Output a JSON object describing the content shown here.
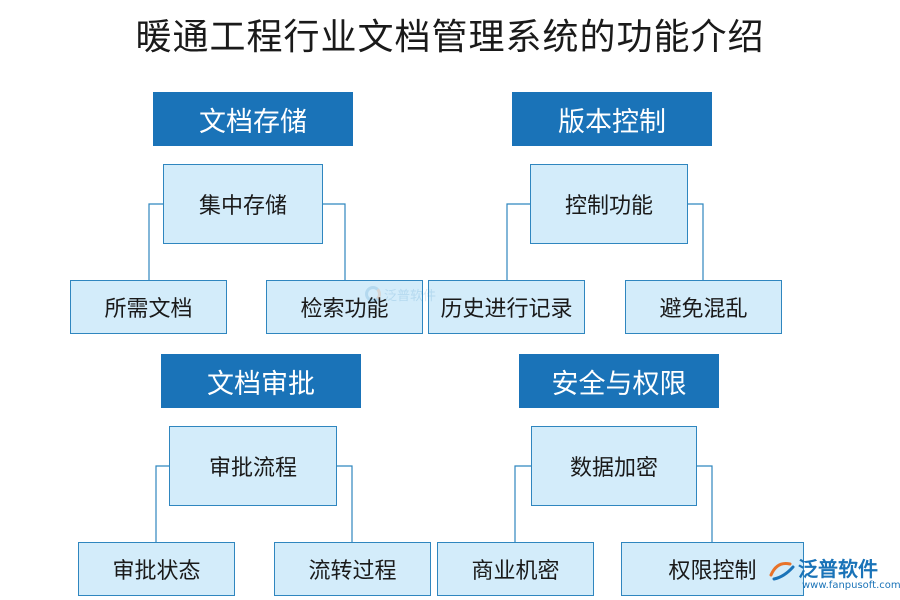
{
  "title": "暖通工程行业文档管理系统的功能介绍",
  "colors": {
    "header_bg": "#1a73b8",
    "box_bg": "#d3ecfa",
    "box_border": "#2f86bf",
    "connector": "#2f86bf"
  },
  "groups": [
    {
      "header": "文档存储",
      "center": "集中存储",
      "left": "所需文档",
      "right": "检索功能"
    },
    {
      "header": "版本控制",
      "center": "控制功能",
      "left": "历史进行记录",
      "right": "避免混乱"
    },
    {
      "header": "文档审批",
      "center": "审批流程",
      "left": "审批状态",
      "right": "流转过程"
    },
    {
      "header": "安全与权限",
      "center": "数据加密",
      "left": "商业机密",
      "right": "权限控制"
    }
  ],
  "watermark": {
    "text": "泛普软件",
    "icon": "fanpu-logo-icon"
  },
  "brand": {
    "name": "泛普软件",
    "url": "www.fanpusoft.com",
    "icon": "fanpu-logo-icon"
  }
}
